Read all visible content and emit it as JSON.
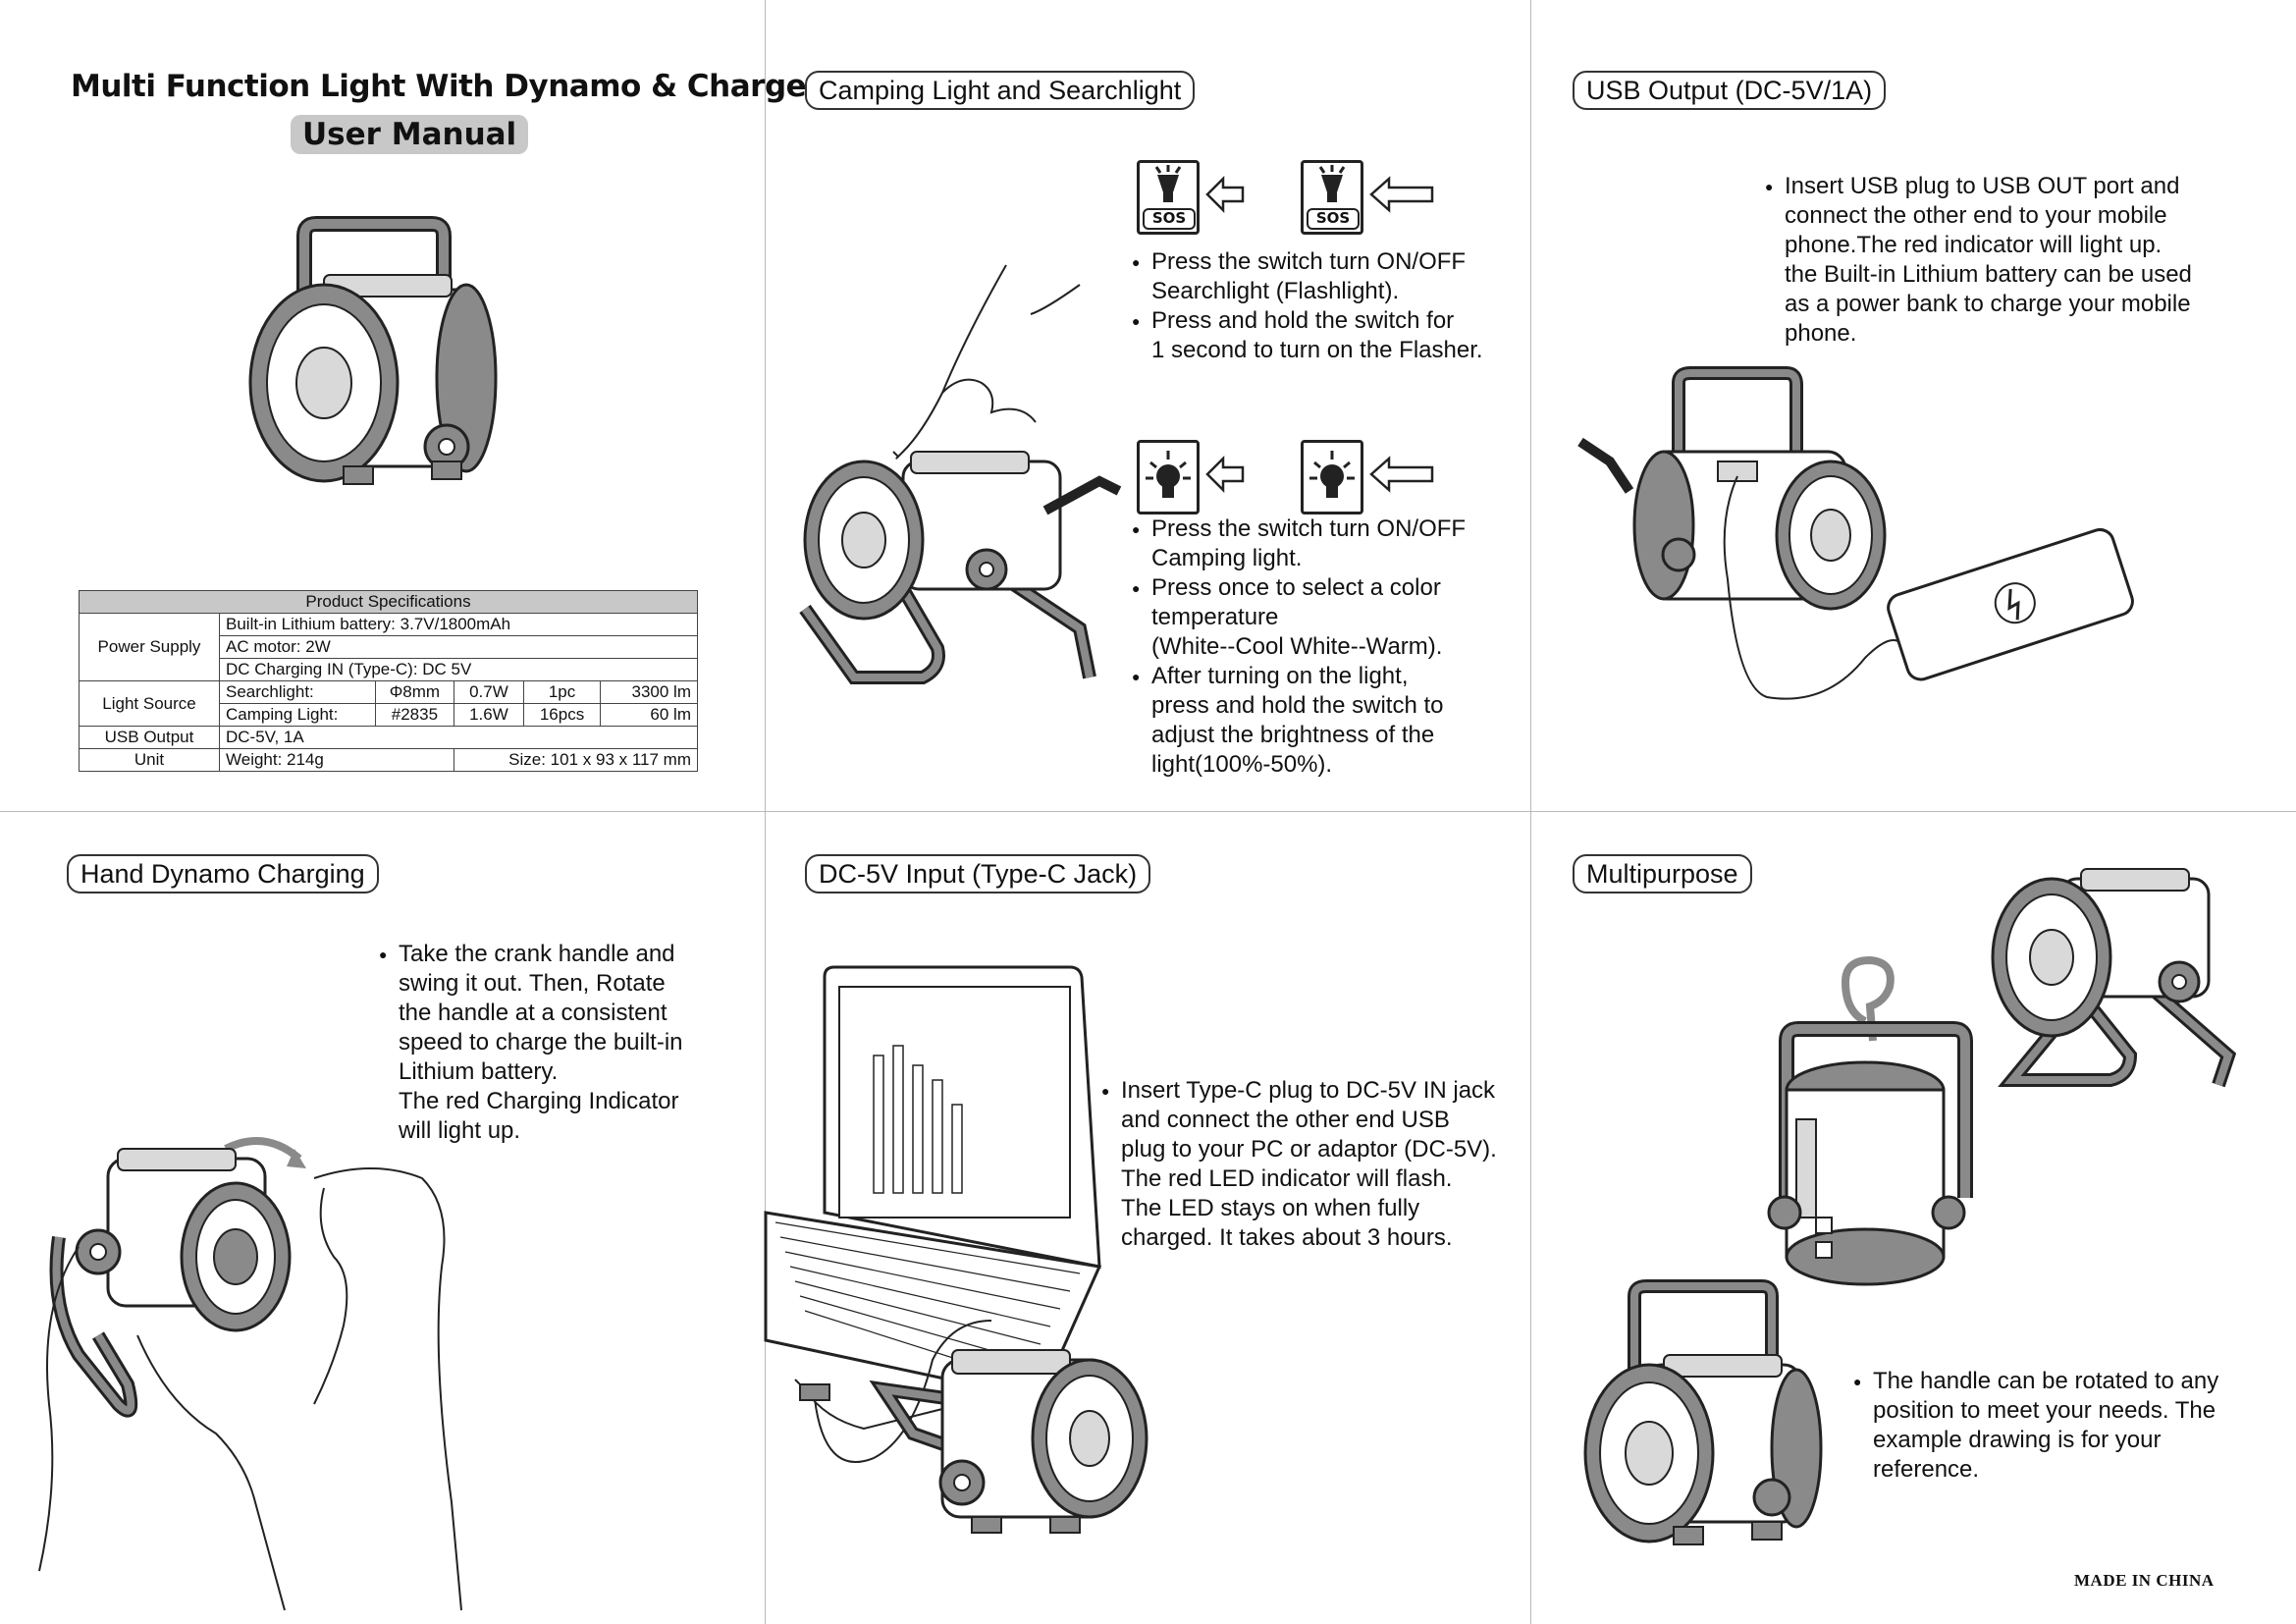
{
  "title": {
    "main": "Multi Function Light With Dynamo & Charger",
    "subtitle": "User Manual"
  },
  "spec_table": {
    "header": "Product Specifications",
    "power_supply_label": "Power Supply",
    "battery": "Built-in Lithium battery: 3.7V/1800mAh",
    "ac_motor": "AC motor: 2W",
    "dc_in": "DC Charging IN (Type-C): DC 5V",
    "light_source_label": "Light Source",
    "searchlight_label": "Searchlight:",
    "searchlight_led": "Φ8mm",
    "searchlight_power": "0.7W",
    "searchlight_qty": "1pc",
    "searchlight_lm": "3300 lm",
    "camping_label": "Camping Light:",
    "camping_led": "#2835",
    "camping_power": "1.6W",
    "camping_qty": "16pcs",
    "camping_lm": "60 lm",
    "usb_label": "USB Output",
    "usb_value": "DC-5V, 1A",
    "unit_label": "Unit",
    "weight": "Weight: 214g",
    "size": "Size: 101 x 93 x 117 mm"
  },
  "camping": {
    "title": "Camping Light  and Searchlight",
    "sos_label": "SOS",
    "bullets_a": [
      "Press the switch turn ON/OFF",
      "Searchlight (Flashlight).",
      "Press and hold the switch for",
      "1 second to turn on the Flasher."
    ],
    "bullets_b": [
      "Press the switch turn ON/OFF",
      "Camping light.",
      "Press once to select a color",
      "temperature",
      "(White--Cool White--Warm).",
      "After turning on the light,",
      "press and hold the switch to",
      "adjust the brightness of the",
      "light(100%-50%)."
    ]
  },
  "usb": {
    "title": "USB Output (DC-5V/1A)",
    "lines": [
      "Insert USB plug to USB OUT port and",
      "connect the other end to your mobile",
      "phone.The red indicator will light up.",
      "the Built-in Lithium battery can be used",
      "as a power bank to charge your mobile",
      "phone."
    ]
  },
  "dynamo": {
    "title": "Hand Dynamo Charging",
    "lines": [
      "Take the crank handle and",
      "swing it out. Then, Rotate",
      "the handle at a consistent",
      "speed to charge the built-in",
      "Lithium battery.",
      "The red Charging Indicator",
      "will light up."
    ]
  },
  "dcin": {
    "title": "DC-5V Input (Type-C Jack)",
    "lines": [
      "Insert Type-C plug to DC-5V IN jack",
      "and connect the other end USB",
      "plug to your PC or adaptor (DC-5V).",
      "The red LED indicator will flash.",
      "The LED stays on when fully",
      "charged. It takes about 3 hours."
    ]
  },
  "multi": {
    "title": "Multipurpose",
    "lines": [
      "The handle can be rotated to any",
      "position to meet your needs. The",
      "example drawing is for your",
      "reference."
    ]
  },
  "footer": {
    "made_in": "MADE IN CHINA"
  },
  "colors": {
    "outline": "#222222",
    "housing": "#8a8a8a",
    "light_gray": "#d9d9d9",
    "divider": "#b9b9b9"
  }
}
